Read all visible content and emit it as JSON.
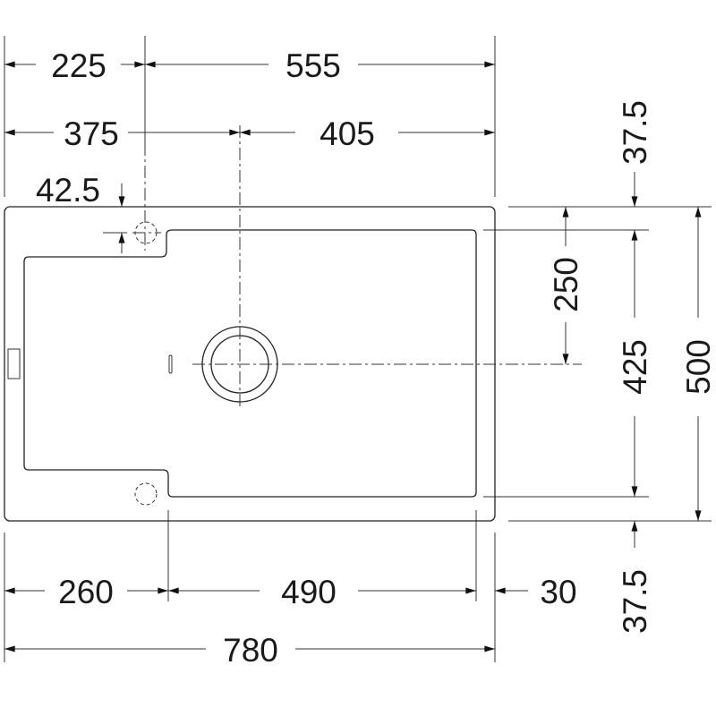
{
  "drawing": {
    "type": "sink dimension drawing",
    "units": "mm",
    "dimensions": {
      "tap_offset_left": "225",
      "tap_to_right": "555",
      "waste_offset_left": "375",
      "waste_to_right": "405",
      "tap_from_back": "42.5",
      "waste_from_back": "250",
      "top_rim": "37.5",
      "bowl_depth": "425",
      "overall_depth": "500",
      "bottom_rim": "37.5",
      "drainer_width": "260",
      "bowl_width": "490",
      "right_rim": "30",
      "overall_width": "780"
    }
  }
}
